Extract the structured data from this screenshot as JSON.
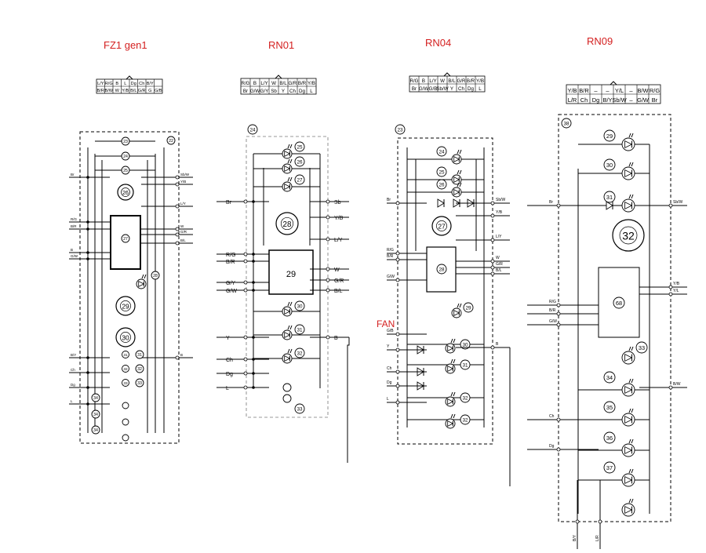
{
  "titles": {
    "fz1": "FZ1 gen1",
    "rn01": "RN01",
    "rn04": "RN04",
    "rn09": "RN09"
  },
  "fan_label": "FAN",
  "connectors": {
    "fz1": {
      "top": [
        "L/Y",
        "R/G",
        "B",
        "L",
        "Dg",
        "Ch",
        "B/Y"
      ],
      "bottom": [
        "B/R",
        "B/W",
        "W",
        "Y/B",
        "B/L",
        "G/R",
        "G",
        "G/B"
      ]
    },
    "rn01": {
      "top": [
        "R/G",
        "B",
        "L/Y",
        "W",
        "B/L",
        "G/R",
        "B/R",
        "Y/B"
      ],
      "bottom": [
        "Br",
        "G/W",
        "G/Y",
        "Sb",
        "Y",
        "Ch",
        "Dg",
        "L"
      ]
    },
    "rn04": {
      "top": [
        "R/G",
        "B",
        "L/Y",
        "W",
        "B/L",
        "G/R",
        "B/R",
        "Y/B"
      ],
      "bottom": [
        "Br",
        "G/W",
        "G/B",
        "Sb/W",
        "Y",
        "Ch",
        "Dg",
        "L"
      ]
    },
    "rn09": {
      "top": [
        "Y/B",
        "B/R",
        "–",
        "–",
        "Y/L",
        "–",
        "B/W",
        "R/G"
      ],
      "bottom": [
        "L/R",
        "Ch",
        "Dg",
        "B/Y",
        "Sb/W",
        "–",
        "G/W",
        "Br"
      ]
    }
  },
  "fz1": {
    "box_num": "22",
    "left_wires": [
      "Br",
      "R/G",
      "B/R",
      "B",
      "G/W",
      "B/Y",
      "Ch",
      "Dg",
      "L"
    ],
    "right_wires": [
      "Sb/W",
      "Y/B",
      "L/Y",
      "W",
      "G/R",
      "B/L",
      "B"
    ],
    "nums": {
      "n23": "23",
      "n24": "24",
      "n25": "25",
      "n26": "26",
      "n27": "27",
      "n28": "28",
      "n29": "29",
      "n30": "30",
      "n31": "31",
      "n32": "32",
      "n33": "33",
      "n34a": "34",
      "n34b": "34",
      "n34c": "34"
    }
  },
  "rn01": {
    "box_num": "24",
    "left_wires": [
      "Br",
      "R/G",
      "B/R",
      "G/Y",
      "G/W",
      "Y",
      "Ch",
      "Dg",
      "L"
    ],
    "right_wires": [
      "Sb",
      "Y/B",
      "L/Y",
      "W",
      "G/R",
      "B/L",
      "B"
    ],
    "nums": {
      "n25": "25",
      "n26": "26",
      "n27": "27",
      "n28": "28",
      "n29": "29",
      "n30": "30",
      "n31": "31",
      "n32": "32",
      "n33": "33"
    }
  },
  "rn04": {
    "box_num": "23",
    "left_wires": [
      "Br",
      "R/G",
      "B/R",
      "G/W",
      "G/B",
      "Y",
      "Ch",
      "Dg",
      "L"
    ],
    "right_wires": [
      "Sb/W",
      "Y/B",
      "L/Y",
      "W",
      "G/R",
      "B/L",
      "B"
    ],
    "nums": {
      "n24": "24",
      "n25": "25",
      "n26": "26",
      "n27": "27",
      "n28": "28",
      "n29": "29",
      "n30": "30",
      "n31": "31",
      "n32a": "32",
      "n32b": "32"
    }
  },
  "rn09": {
    "box_num": "38",
    "left_wires": [
      "Br",
      "R/G",
      "B/R",
      "G/W",
      "Ch",
      "Dg"
    ],
    "right_wires": [
      "Sb/W",
      "Y/B",
      "Y/L",
      "B/W"
    ],
    "bottom_wires": [
      "B/Y",
      "L/R"
    ],
    "nums": {
      "n29": "29",
      "n30": "30",
      "n31": "31",
      "n32": "32",
      "n33": "33",
      "n34": "34",
      "n35": "35",
      "n36": "36",
      "n37": "37",
      "n68": "68"
    }
  }
}
